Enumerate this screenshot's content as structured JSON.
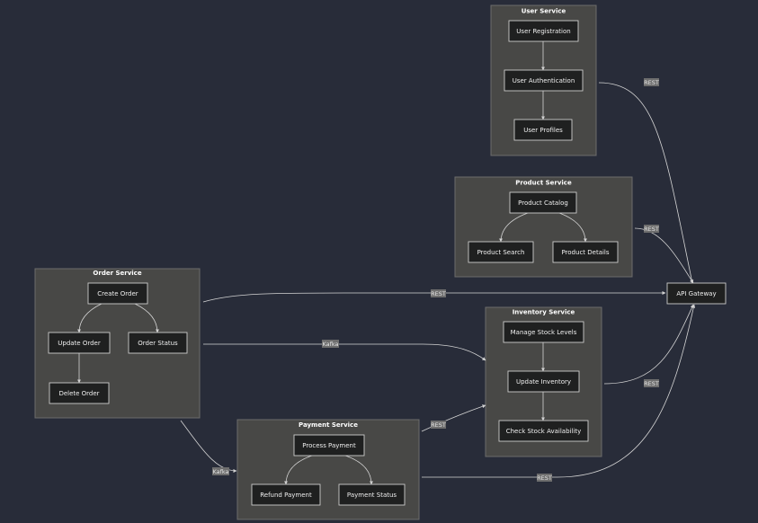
{
  "clusters": {
    "user": {
      "title": "User Service"
    },
    "product": {
      "title": "Product Service"
    },
    "order": {
      "title": "Order Service"
    },
    "inventory": {
      "title": "Inventory Service"
    },
    "payment": {
      "title": "Payment Service"
    }
  },
  "nodes": {
    "user_registration": "User Registration",
    "user_authentication": "User Authentication",
    "user_profiles": "User Profiles",
    "product_catalog": "Product Catalog",
    "product_search": "Product Search",
    "product_details": "Product Details",
    "create_order": "Create Order",
    "update_order": "Update Order",
    "order_status": "Order Status",
    "delete_order": "Delete Order",
    "manage_stock_levels": "Manage Stock Levels",
    "update_inventory": "Update Inventory",
    "check_stock_availability": "Check Stock Availability",
    "process_payment": "Process Payment",
    "refund_payment": "Refund Payment",
    "payment_status": "Payment Status",
    "api_gateway": "API Gateway"
  },
  "edge_labels": {
    "user_to_gateway": "REST",
    "product_to_gateway": "REST",
    "order_to_gateway": "REST",
    "order_to_inventory": "Kafka",
    "order_to_payment": "Kafka",
    "inventory_to_gateway": "REST",
    "payment_to_inventory": "REST",
    "payment_to_gateway": "REST"
  }
}
